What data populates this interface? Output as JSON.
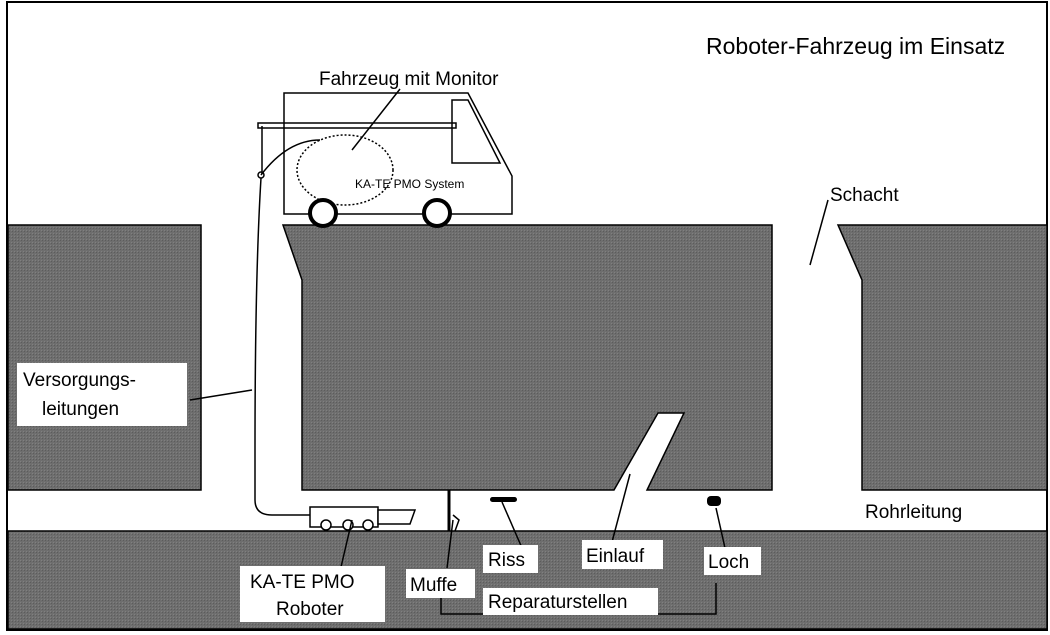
{
  "title": "Roboter-Fahrzeug im Einsatz",
  "labels": {
    "vehicle": "Fahrzeug mit Monitor",
    "system": "KA-TE PMO System",
    "shaft": "Schacht",
    "supply_1": "Versorgungs-",
    "supply_2": "leitungen",
    "pipeline": "Rohrleitung",
    "robot_1": "KA-TE PMO",
    "robot_2": "Roboter",
    "crack": "Riss",
    "inlet": "Einlauf",
    "hole": "Loch",
    "sleeve": "Muffe",
    "repairs": "Reparaturstellen"
  },
  "colors": {
    "ground": "#6b6b6b",
    "outline": "#000000",
    "background": "#ffffff"
  }
}
